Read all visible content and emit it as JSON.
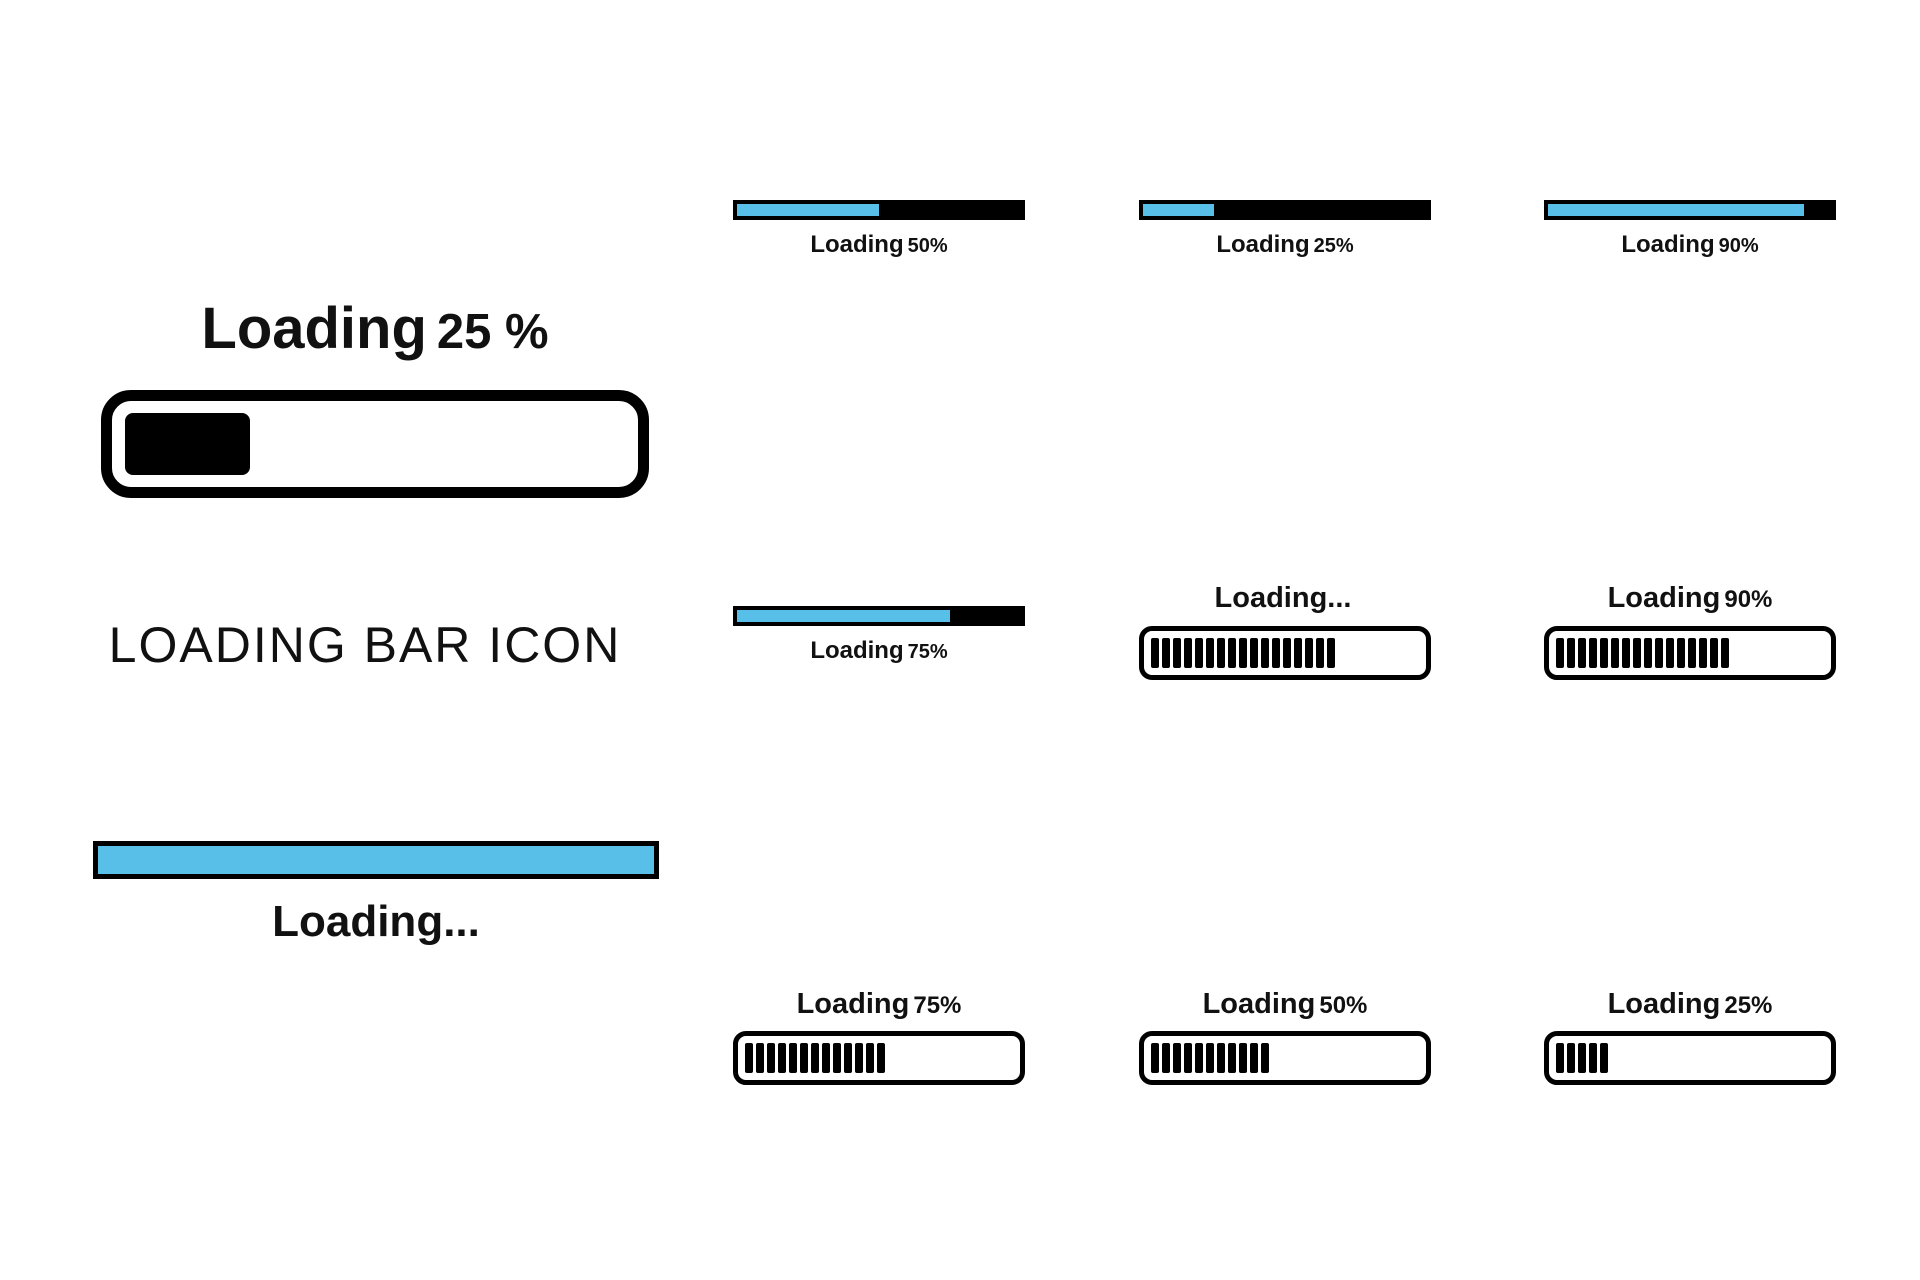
{
  "hero": {
    "word": "Loading",
    "percent": "25 %",
    "fill_fraction": 0.25,
    "fill_color": "#000000"
  },
  "heading": "LOADING BAR ICON",
  "wide_bar": {
    "label": "Loading...",
    "fill_fraction": 1.0,
    "fill_color": "#58bfe8"
  },
  "thin_bars": [
    {
      "word": "Loading",
      "percent": "50%",
      "fill_fraction": 0.5
    },
    {
      "word": "Loading",
      "percent": "25%",
      "fill_fraction": 0.25
    },
    {
      "word": "Loading",
      "percent": "90%",
      "fill_fraction": 0.9
    },
    {
      "word": "Loading",
      "percent": "75%",
      "fill_fraction": 0.75
    }
  ],
  "segmented_bars": [
    {
      "word": "Loading...",
      "percent": "",
      "filled_segments": 17,
      "total_segments": 17
    },
    {
      "word": "Loading",
      "percent": "90%",
      "filled_segments": 16,
      "total_segments": 17
    },
    {
      "word": "Loading",
      "percent": "75%",
      "filled_segments": 13,
      "total_segments": 17
    },
    {
      "word": "Loading",
      "percent": "50%",
      "filled_segments": 11,
      "total_segments": 17
    },
    {
      "word": "Loading",
      "percent": "25%",
      "filled_segments": 5,
      "total_segments": 17
    }
  ],
  "colors": {
    "accent": "#58bfe8",
    "outline": "#000000",
    "background": "#ffffff"
  }
}
